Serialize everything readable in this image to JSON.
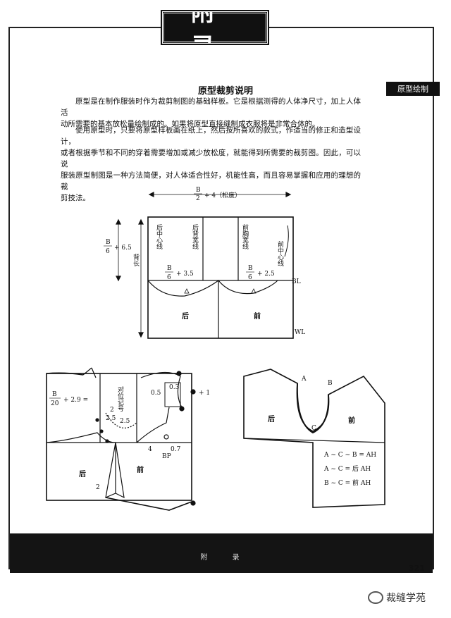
{
  "header": {
    "title": "附 录"
  },
  "side_tab": {
    "label": "原型绘制"
  },
  "section": {
    "title": "原型裁剪说明",
    "para1_lines": [
      "原型是在制作服装时作为裁剪制图的基础样板。它是根据测得的人体净尺寸，加上人体活",
      "动所需要的基本放松量绘制成的。如果将原型直接缝制成衣服将是非常合体的。"
    ],
    "para2_lines": [
      "使用原型时，只要将原型样板画在纸上，然后按所喜欢的款式，作适当的修正和造型设计，",
      "或者根据季节和不同的穿着需要增加或减少放松度，就能得到所需要的裁剪图。因此，可以说",
      "服装原型制图是一种方法简便，对人体适合性好，机能性高，而且容易掌握和应用的理想的裁",
      "剪技法。"
    ]
  },
  "diagram1": {
    "top_formula_num": "B",
    "top_formula_den": "2",
    "top_formula_rest": "+ 4（松度）",
    "left_formula_num": "B",
    "left_formula_den": "6",
    "left_formula_rest": "+ 6.5",
    "back_length": "背长",
    "back_center": "后中心线",
    "back_width": "后背宽线",
    "front_width": "前胸宽线",
    "front_center": "前中心线",
    "f1_num": "B",
    "f1_den": "6",
    "f1_rest": "+ 3.5",
    "f2_num": "B",
    "f2_den": "6",
    "f2_rest": "+ 2.5",
    "bl": "BL",
    "wl": "WL",
    "back": "后",
    "front": "前"
  },
  "diagram2": {
    "f_num": "B",
    "f_den": "20",
    "f_rest": "+ 2.9 =",
    "align_mark": "对位记号",
    "v_2_5a": "2.5",
    "v_2_5b": "2.5",
    "v_2": "2",
    "v_0_5": "0.5",
    "v_0_3": "0.3",
    "v_plus1": "+ 1",
    "v_4": "4",
    "v_0_7": "0.7",
    "bp": "BP",
    "v_2b": "2",
    "back": "后",
    "front": "前"
  },
  "diagram3": {
    "a": "A",
    "b": "B",
    "c": "C",
    "back": "后",
    "front": "前",
    "eq1": "A ~ C ~ B = AH",
    "eq2": "A ~ C = 后 AH",
    "eq3": "B ~ C = 前 AH"
  },
  "footer": {
    "text": "附 录",
    "page": "321"
  },
  "watermark": {
    "text": "裁缝学苑"
  }
}
